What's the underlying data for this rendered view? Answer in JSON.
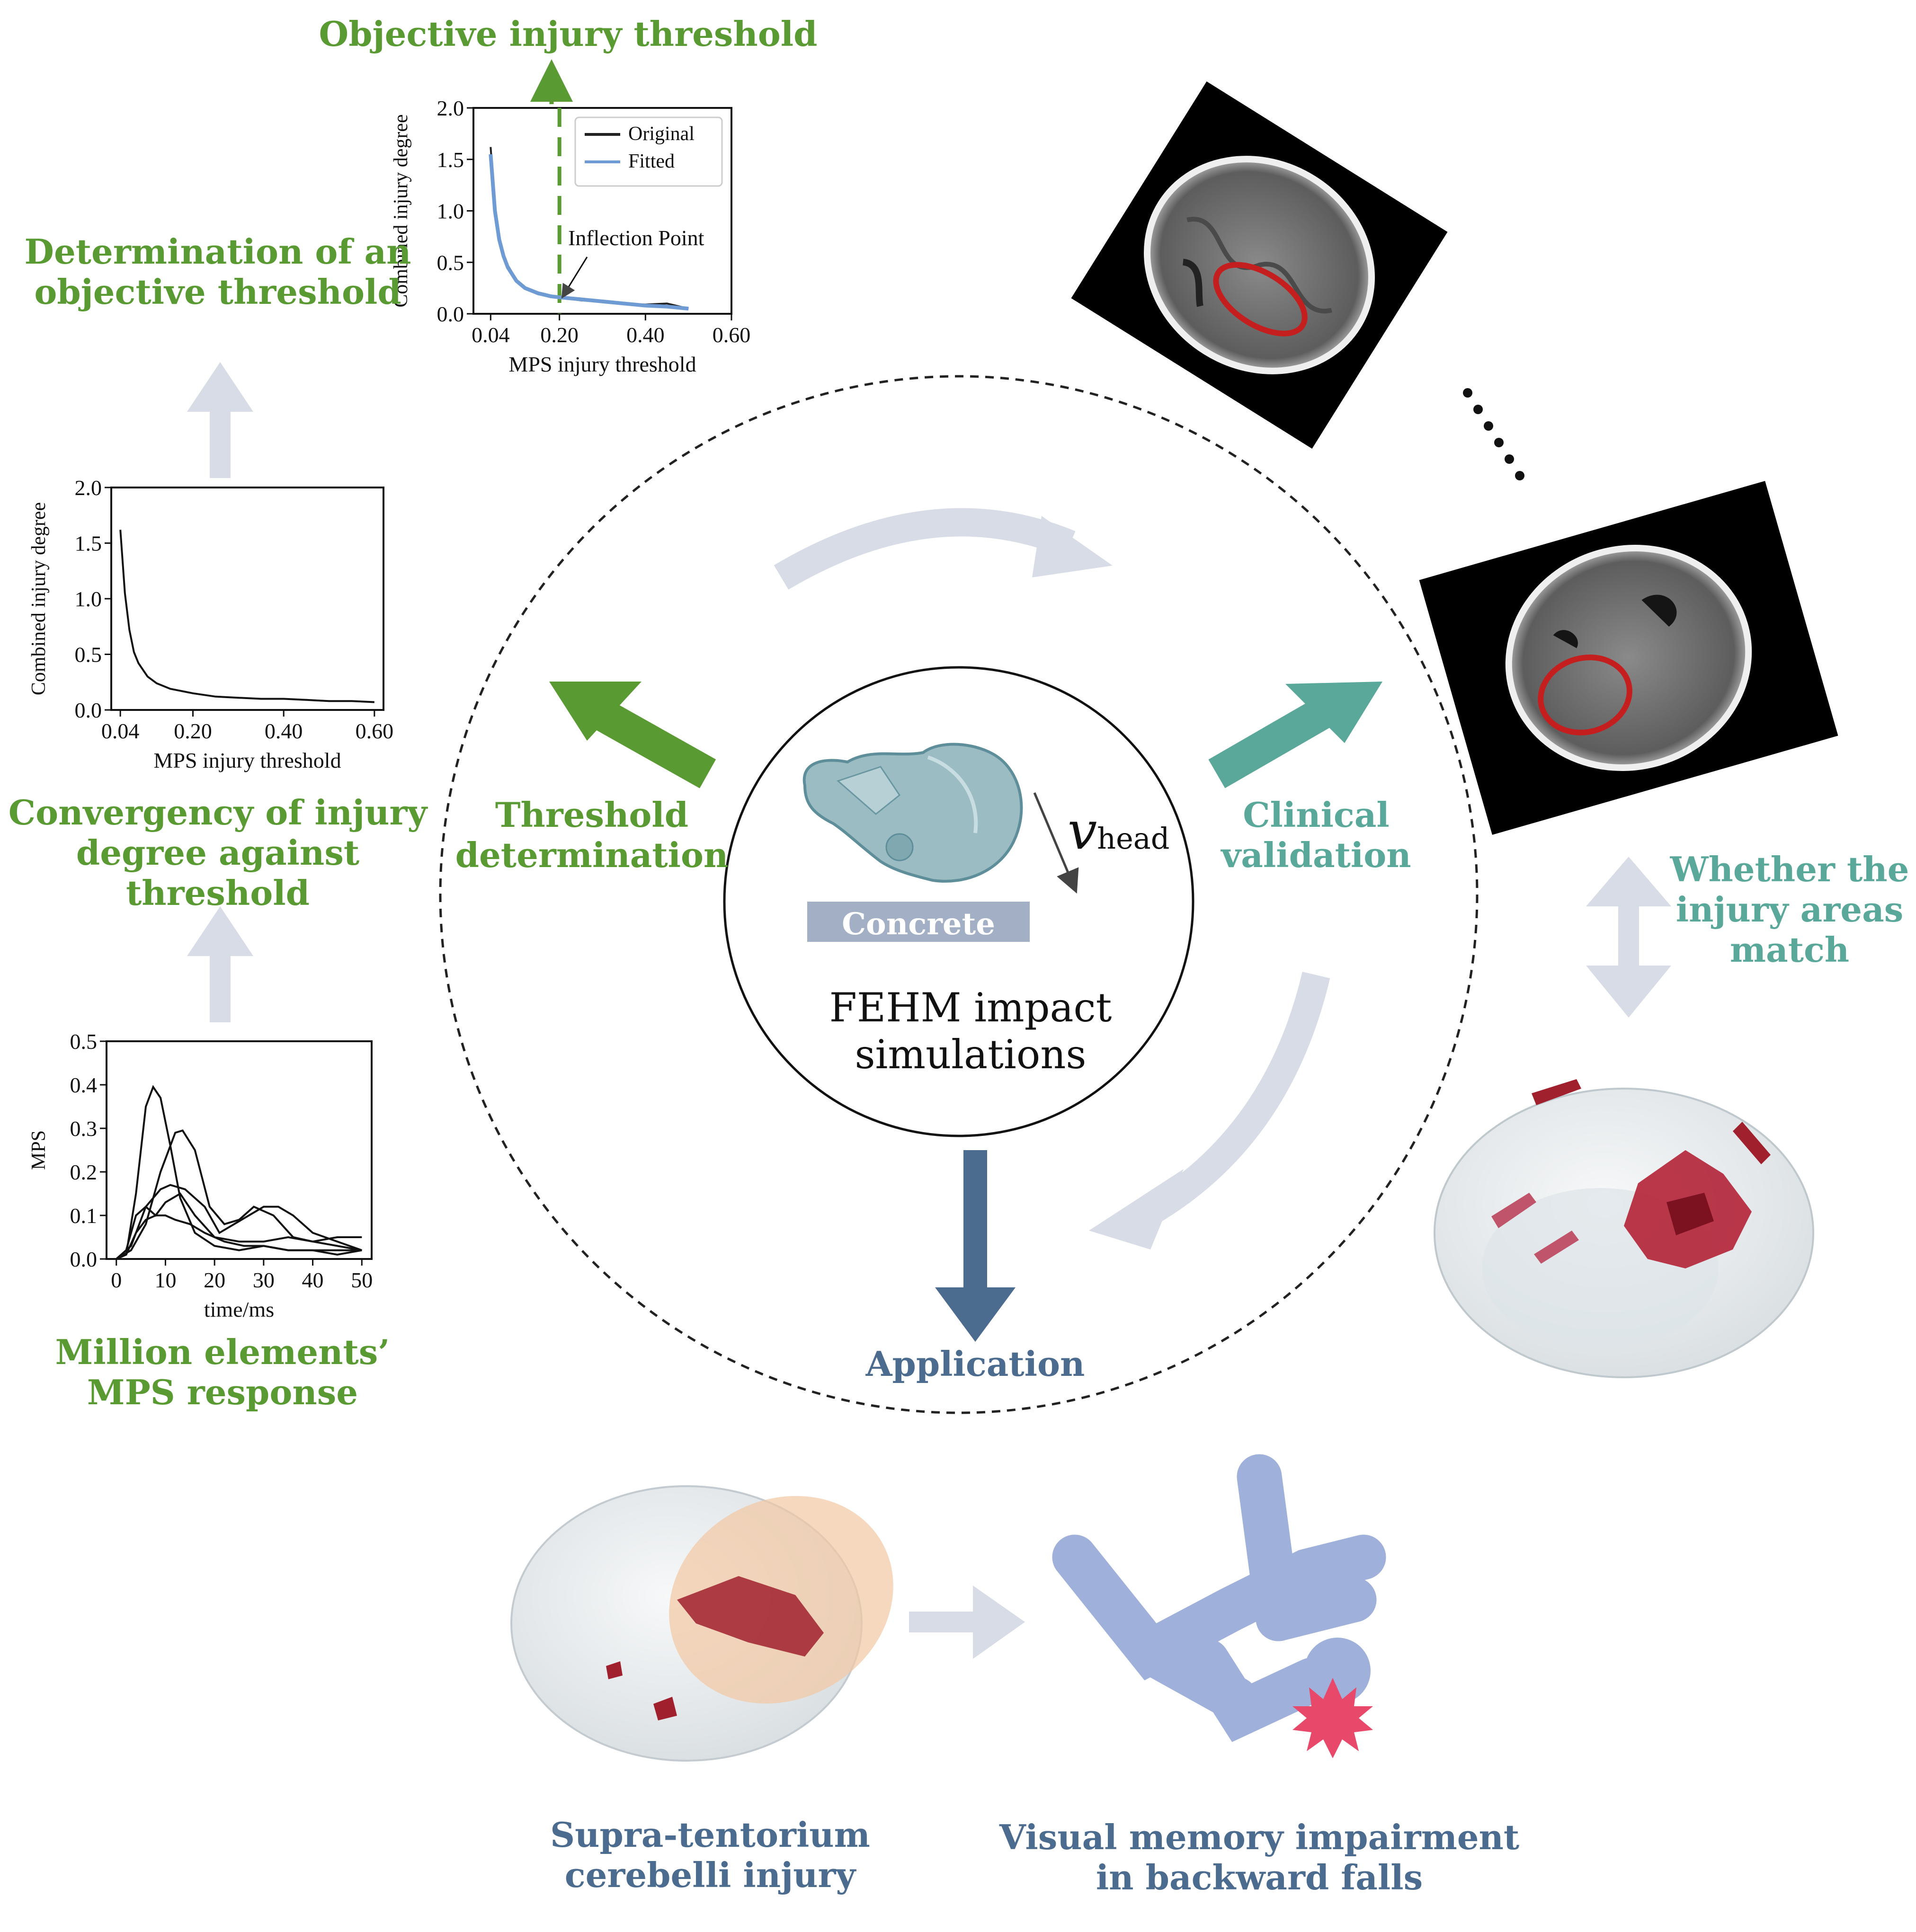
{
  "labels": {
    "objective_threshold": "Objective  injury threshold",
    "determination": [
      "Determination of an",
      "objective threshold"
    ],
    "convergency": [
      "Convergency of injury",
      "degree against threshold"
    ],
    "million": [
      "Million elements’",
      "MPS response"
    ],
    "threshold_determination": [
      "Threshold",
      "determination"
    ],
    "clinical_validation": [
      "Clinical",
      "validation"
    ],
    "whether_match": [
      "Whether the",
      "injury areas",
      "match"
    ],
    "application": "Application",
    "supra": [
      "Supra-tentorium",
      "cerebelli injury"
    ],
    "visual": [
      "Visual memory impairment",
      "in backward falls"
    ],
    "fehm": [
      "FEHM impact",
      "simulations"
    ],
    "concrete": "Concrete",
    "velocity_main": "v",
    "velocity_sub": "head"
  },
  "colors": {
    "green": "#5a9a33",
    "teal": "#5aa89a",
    "navy": "#4b6b8f",
    "light_arrow": "#d7dce6",
    "blood": "#a0202e",
    "figure": "#9fb0da",
    "star": "#e8486a"
  },
  "chart_data": [
    {
      "id": "inflection",
      "type": "line",
      "xlabel": "MPS injury threshold",
      "ylabel": "Combined injury degree",
      "xlim": [
        0.0,
        0.6
      ],
      "ylim": [
        0.0,
        2.0
      ],
      "xticks": [
        0.04,
        0.2,
        0.4,
        0.6
      ],
      "xtick_labels": [
        "0.04",
        "0.20",
        "0.40",
        "0.60"
      ],
      "yticks": [
        0.0,
        0.5,
        1.0,
        1.5,
        2.0
      ],
      "ytick_labels": [
        "0.0",
        "0.5",
        "1.0",
        "1.5",
        "2.0"
      ],
      "legend": "top-right",
      "series": [
        {
          "name": "Original",
          "color": "#222222",
          "x": [
            0.04,
            0.05,
            0.06,
            0.07,
            0.08,
            0.1,
            0.12,
            0.15,
            0.18,
            0.2,
            0.25,
            0.3,
            0.35,
            0.4,
            0.45,
            0.5
          ],
          "y": [
            1.62,
            1.05,
            0.75,
            0.58,
            0.47,
            0.33,
            0.25,
            0.19,
            0.17,
            0.16,
            0.13,
            0.12,
            0.1,
            0.09,
            0.1,
            0.05
          ]
        },
        {
          "name": "Fitted",
          "color": "#6f9bd4",
          "x": [
            0.04,
            0.05,
            0.06,
            0.07,
            0.08,
            0.1,
            0.12,
            0.15,
            0.18,
            0.2,
            0.25,
            0.3,
            0.35,
            0.4,
            0.45,
            0.5
          ],
          "y": [
            1.55,
            1.0,
            0.72,
            0.56,
            0.45,
            0.32,
            0.25,
            0.2,
            0.17,
            0.16,
            0.14,
            0.12,
            0.1,
            0.08,
            0.07,
            0.05
          ]
        }
      ],
      "threshold_x": 0.2,
      "annotation": "Inflection Point"
    },
    {
      "id": "convergency",
      "type": "line",
      "xlabel": "MPS injury threshold",
      "ylabel": "Combined injury degree",
      "xlim": [
        0.02,
        0.62
      ],
      "ylim": [
        0.0,
        2.0
      ],
      "xticks": [
        0.04,
        0.2,
        0.4,
        0.6
      ],
      "xtick_labels": [
        "0.04",
        "0.20",
        "0.40",
        "0.60"
      ],
      "yticks": [
        0.0,
        0.5,
        1.0,
        1.5,
        2.0
      ],
      "ytick_labels": [
        "0.0",
        "0.5",
        "1.0",
        "1.5",
        "2.0"
      ],
      "series": [
        {
          "color": "#111111",
          "x": [
            0.04,
            0.05,
            0.06,
            0.07,
            0.08,
            0.1,
            0.12,
            0.15,
            0.2,
            0.25,
            0.3,
            0.35,
            0.4,
            0.45,
            0.5,
            0.55,
            0.6
          ],
          "y": [
            1.62,
            1.05,
            0.72,
            0.52,
            0.42,
            0.3,
            0.24,
            0.19,
            0.15,
            0.12,
            0.11,
            0.1,
            0.1,
            0.09,
            0.08,
            0.08,
            0.07
          ]
        }
      ]
    },
    {
      "id": "mps",
      "type": "line",
      "xlabel": "time/ms",
      "ylabel": "MPS",
      "xlim": [
        -2,
        52
      ],
      "ylim": [
        0.0,
        0.5
      ],
      "xticks": [
        0,
        10,
        20,
        30,
        40,
        50
      ],
      "xtick_labels": [
        "0",
        "10",
        "20",
        "30",
        "40",
        "50"
      ],
      "yticks": [
        0.0,
        0.1,
        0.2,
        0.3,
        0.4,
        0.5
      ],
      "ytick_labels": [
        "0.0",
        "0.1",
        "0.2",
        "0.3",
        "0.4",
        "0.5"
      ],
      "series": [
        {
          "color": "#111111",
          "x": [
            0,
            2,
            4,
            6,
            7.5,
            9,
            11,
            13,
            16,
            20,
            25,
            30,
            35,
            40,
            45,
            50
          ],
          "y": [
            0,
            0.01,
            0.15,
            0.35,
            0.395,
            0.37,
            0.26,
            0.14,
            0.06,
            0.03,
            0.02,
            0.03,
            0.02,
            0.02,
            0.02,
            0.02
          ]
        },
        {
          "color": "#111111",
          "x": [
            0,
            3,
            6,
            9,
            12,
            13.5,
            16,
            19,
            22,
            25,
            28,
            32,
            36,
            40,
            45,
            50
          ],
          "y": [
            0,
            0.02,
            0.08,
            0.2,
            0.29,
            0.295,
            0.25,
            0.12,
            0.08,
            0.09,
            0.12,
            0.1,
            0.05,
            0.04,
            0.05,
            0.05
          ]
        },
        {
          "color": "#111111",
          "x": [
            0,
            3,
            6,
            9,
            11,
            14,
            18,
            21,
            24,
            27,
            30,
            33,
            36,
            40,
            45,
            50
          ],
          "y": [
            0,
            0.03,
            0.12,
            0.16,
            0.17,
            0.16,
            0.12,
            0.06,
            0.08,
            0.1,
            0.12,
            0.12,
            0.1,
            0.06,
            0.04,
            0.02
          ]
        },
        {
          "color": "#111111",
          "x": [
            0,
            2,
            4,
            6,
            8,
            10,
            13,
            16,
            20,
            25,
            30,
            35,
            40,
            45,
            50
          ],
          "y": [
            0,
            0.02,
            0.1,
            0.12,
            0.1,
            0.13,
            0.15,
            0.1,
            0.05,
            0.04,
            0.04,
            0.05,
            0.04,
            0.03,
            0.02
          ]
        },
        {
          "color": "#111111",
          "x": [
            0,
            2,
            4,
            6,
            8,
            10,
            12,
            15,
            18,
            22,
            26,
            30,
            35,
            40,
            45,
            50
          ],
          "y": [
            0,
            0.01,
            0.06,
            0.09,
            0.1,
            0.1,
            0.09,
            0.08,
            0.06,
            0.04,
            0.03,
            0.03,
            0.02,
            0.02,
            0.01,
            0.02
          ]
        }
      ]
    }
  ]
}
